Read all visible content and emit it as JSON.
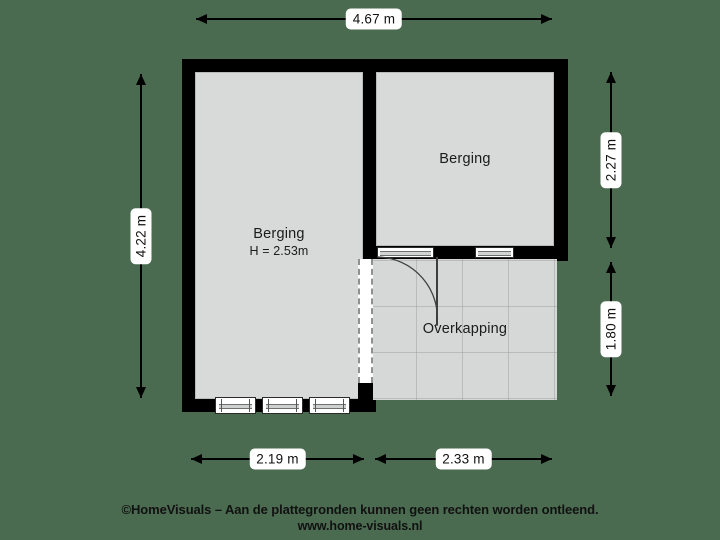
{
  "plan": {
    "rooms": [
      {
        "id": "berging-left",
        "name": "Berging",
        "height_note": "H = 2.53m"
      },
      {
        "id": "berging-right",
        "name": "Berging",
        "height_note": ""
      },
      {
        "id": "overkapping",
        "name": "Overkapping",
        "height_note": ""
      }
    ],
    "dimensions": {
      "top": {
        "value": "4.67 m",
        "orientation": "horizontal"
      },
      "left": {
        "value": "4.22 m",
        "orientation": "vertical"
      },
      "right_upper": {
        "value": "2.27 m",
        "orientation": "vertical"
      },
      "right_lower": {
        "value": "1.80 m",
        "orientation": "vertical"
      },
      "bottom_left": {
        "value": "2.19 m",
        "orientation": "horizontal"
      },
      "bottom_right": {
        "value": "2.33 m",
        "orientation": "horizontal"
      }
    },
    "colors": {
      "background": "#4a6b50",
      "wall": "#000000",
      "room_fill": "#d8dad9",
      "tile_fill": "#d6d8d7",
      "text": "#111111"
    }
  },
  "footer": {
    "copyright_line": "©HomeVisuals – Aan de plattegronden kunnen geen rechten worden ontleend.",
    "website": "www.home-visuals.nl"
  }
}
